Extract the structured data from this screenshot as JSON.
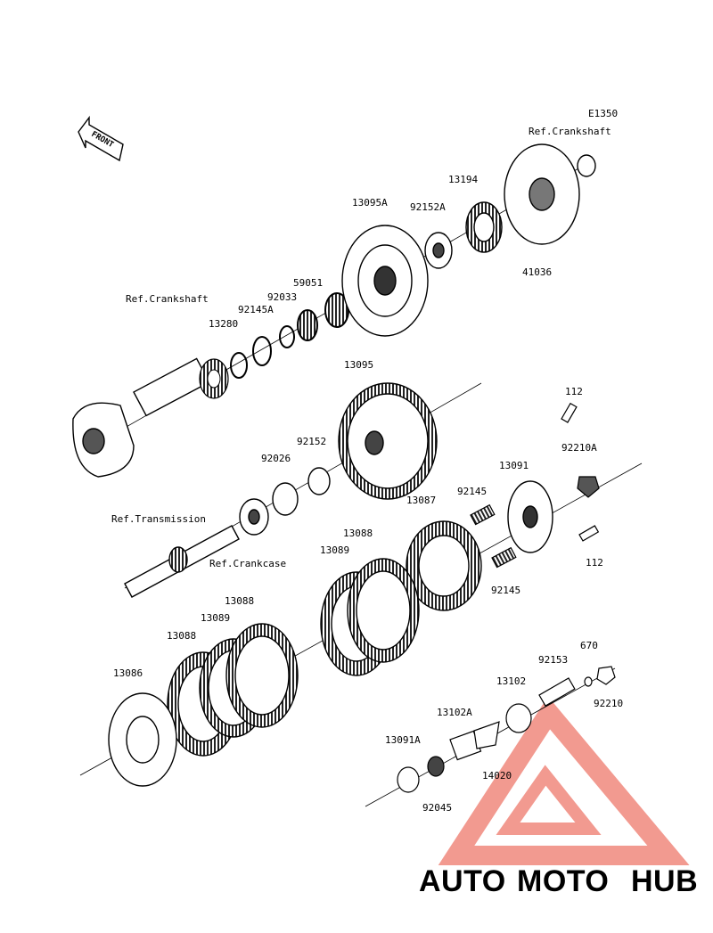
{
  "diagram": {
    "code": "E1350",
    "front_label": "FRONT",
    "labels": {
      "ref_crankshaft_top": "Ref.Crankshaft",
      "ref_crankshaft_left": "Ref.Crankshaft",
      "ref_transmission": "Ref.Transmission",
      "ref_crankcase": "Ref.Crankcase",
      "p13194": "13194",
      "p92152A": "92152A",
      "p41036": "41036",
      "p13095A": "13095A",
      "p59051": "59051",
      "p92033": "92033",
      "p92145A": "92145A",
      "p13280": "13280",
      "p13095": "13095",
      "p92152": "92152",
      "p92026": "92026",
      "p112_top": "112",
      "p92210A": "92210A",
      "p13091": "13091",
      "p92145_top": "92145",
      "p13087": "13087",
      "p13088_mid": "13088",
      "p13089_mid": "13089",
      "p112_bottom": "112",
      "p92145_bottom": "92145",
      "p13088_top": "13088",
      "p13089_left": "13089",
      "p13088_left": "13088",
      "p13086": "13086",
      "p670": "670",
      "p92153": "92153",
      "p13102": "13102",
      "p92210": "92210",
      "p13102A": "13102A",
      "p13091A": "13091A",
      "p14020": "14020",
      "p92045": "92045"
    }
  },
  "watermark": {
    "part1": "AUTO",
    "part2": "MOTO",
    "part3": "HUB",
    "color1": "#f5b26b",
    "color2": "#f08c82",
    "color3": "#7a7a7a",
    "triangle_color": "#f29a90"
  }
}
